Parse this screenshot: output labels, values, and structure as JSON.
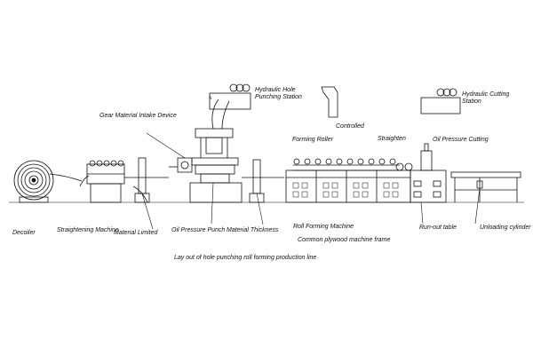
{
  "labels": {
    "hydraulic_hole_punching_station": "Hydraulic Hole Punching Station",
    "controlled": "Controlled",
    "hydraulic_cutting_station": "Hydraulic Cutting Station",
    "gear_material_intake_device": "Gear Material Intake Device",
    "forming_roller": "Forming Roller",
    "straighten": "Straighten",
    "oil_pressure_cutting": "Oil Pressure Cutting",
    "decoiler": "Decoiler",
    "straightening_machine": "Straightening Machine",
    "material_limited": "Material Limited",
    "oil_pressure_punch": "Oil Pressure Punch",
    "material_thickness": "Material Thickness",
    "roll_forming_machine": "Roll Forming Machine",
    "run_out_table": "Run-out table",
    "unloading_cylinder": "Unloading cylinder",
    "common_plywood_machine_frame": "Common plywood machine frame",
    "caption": "Lay out of hole punching roll forming production line"
  },
  "colors": {
    "line": "#111111",
    "background": "#ffffff"
  }
}
